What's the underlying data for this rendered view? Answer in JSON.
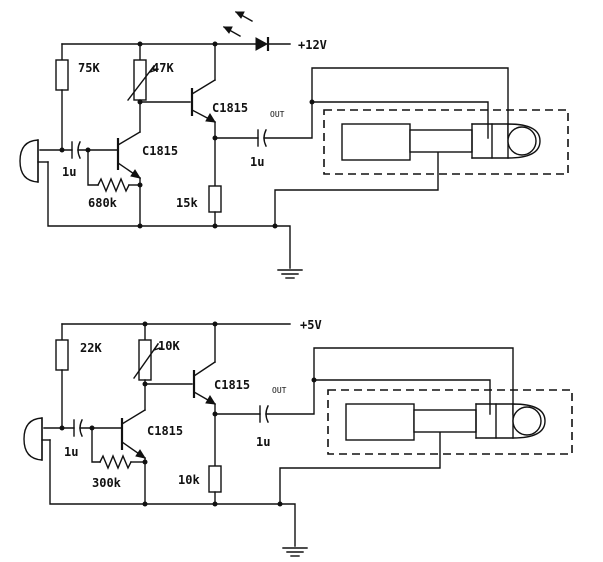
{
  "circuit_top": {
    "supply_label": "+12V",
    "r1_label": "75K",
    "r2_label": "47K",
    "q2_label": "C1815",
    "q1_label": "C1815",
    "out_label": "OUT",
    "c_out_label": "1u",
    "c_in_label": "1u",
    "rb_label": "680k",
    "re_label": "15k"
  },
  "circuit_bottom": {
    "supply_label": "+5V",
    "r1_label": "22K",
    "r2_label": "10K",
    "q2_label": "C1815",
    "q1_label": "C1815",
    "out_label": "OUT",
    "c_out_label": "1u",
    "c_in_label": "1u",
    "rb_label": "300k",
    "re_label": "10k"
  },
  "colors": {
    "ink": "#111111",
    "paper": "#ffffff"
  }
}
